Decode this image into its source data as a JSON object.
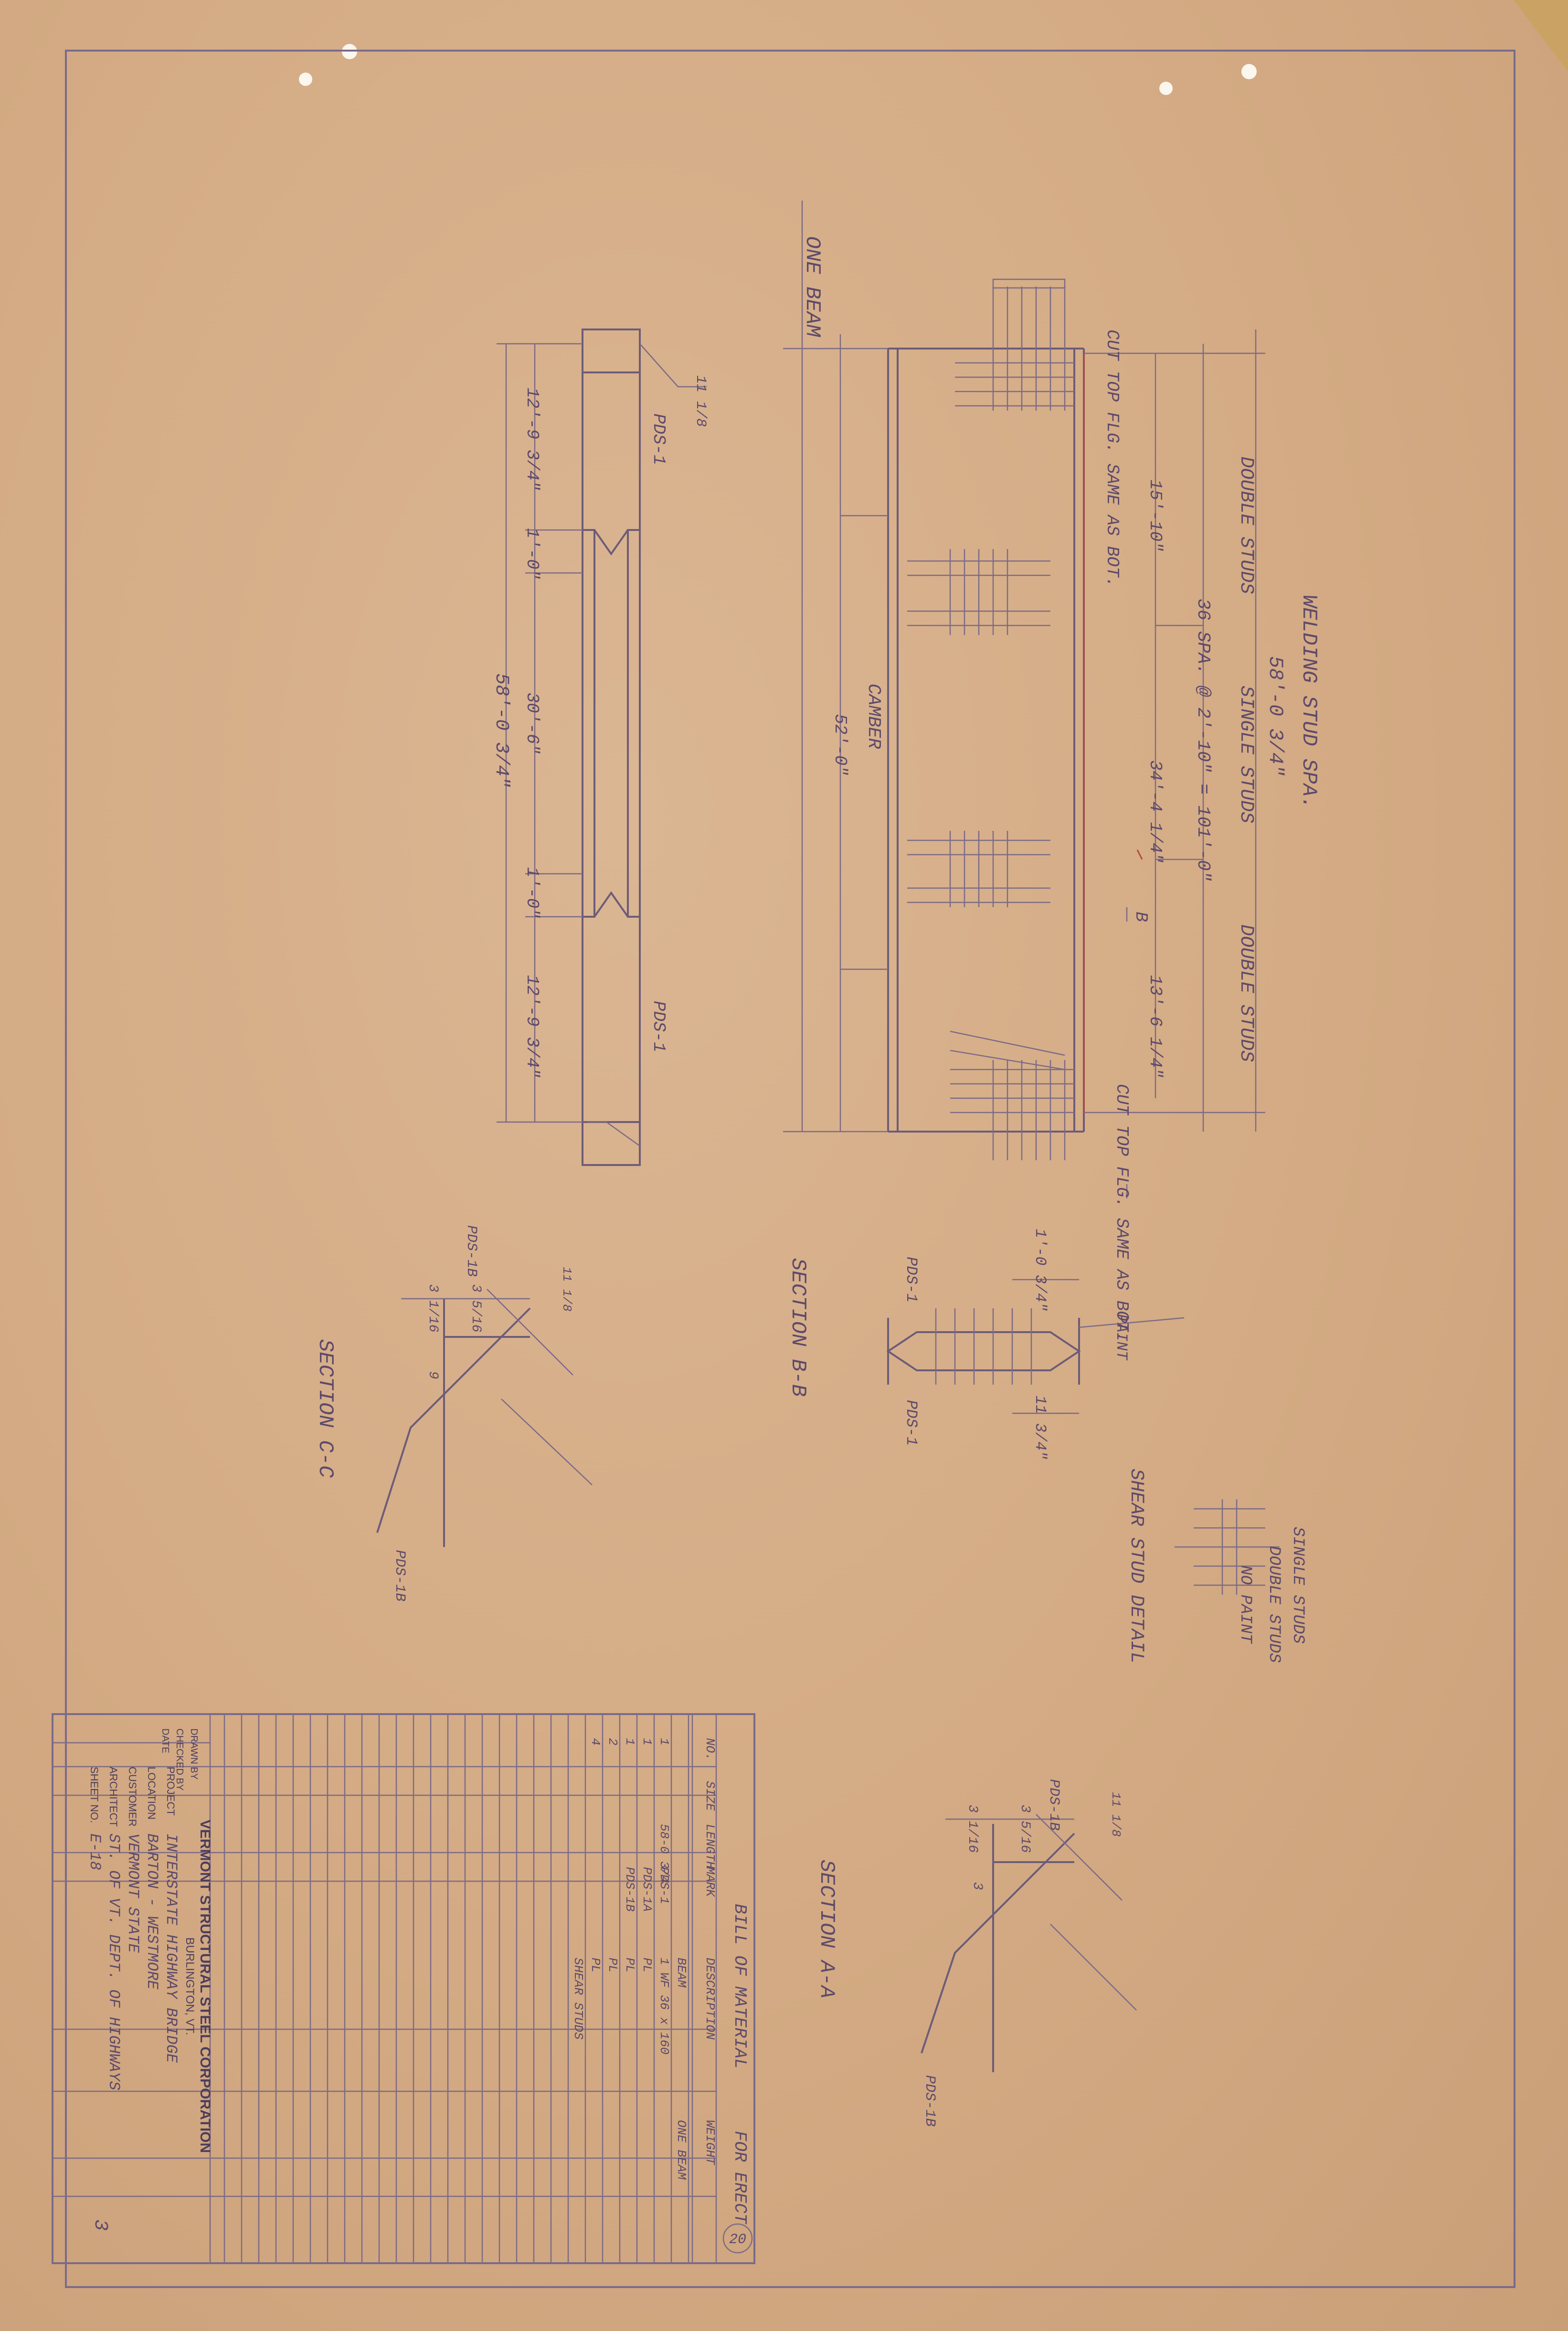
{
  "beam_elevation": {
    "top_title": "WELDING STUD SPA.",
    "double_studs_1": "DOUBLE STUDS",
    "single_studs": "SINGLE STUDS",
    "double_studs_2": "DOUBLE STUDS",
    "stud_spacing": "36 SPA. @ 2'-10\" = 101'-0\"",
    "overall_length": "58'-0 3/4\"",
    "cut_top_flg_1": "CUT TOP FLG. SAME AS BOT.",
    "cut_top_flg_2": "CUT TOP FLG. SAME AS BOT.",
    "one_beam": "ONE BEAM",
    "section_mark": "B",
    "camber_note": "CAMBER",
    "dim_a": "15'-10\"",
    "dim_b": "34'-4 1/4\"",
    "dim_c": "13'-6 1/4\"",
    "dim_d": "52'-0\""
  },
  "plan_view": {
    "overall": "58'-0 3/4\"",
    "dim_1": "12'-9 3/4\"",
    "dim_2": "1'-0\"",
    "dim_3": "30'-6\"",
    "dim_4": "1'-0\"",
    "dim_5": "12'-9 3/4\"",
    "mark_top": "PDS-1",
    "mark_bottom": "PDS-1",
    "slope": "11 1/8"
  },
  "section_bb": {
    "title": "SECTION B-B",
    "dim_top": "1'-0 3/4\"",
    "dim_bottom": "11 3/4\"",
    "mark_1": "PDS-1",
    "mark_2": "PDS-1",
    "paint": "PAINT"
  },
  "section_cc": {
    "title": "SECTION C-C",
    "mark_top": "PDS-1B",
    "mark_bottom": "PDS-1B",
    "dim_1": "3 1/16",
    "dim_2": "3 5/16",
    "dim_3": "9",
    "slope": "11 1/8"
  },
  "section_aa": {
    "title": "SECTION A-A",
    "mark_top": "PDS-1B",
    "mark_bottom": "PDS-1B",
    "dim_1": "3 1/16",
    "dim_2": "3 5/16",
    "dim_3": "3",
    "slope": "11 1/8"
  },
  "stud_detail": {
    "title": "SHEAR STUD DETAIL",
    "note_1": "SINGLE STUDS",
    "note_2": "DOUBLE STUDS",
    "note_3": "NO PAINT"
  },
  "bill_of_material": {
    "header": "BILL OF MATERIAL",
    "for_erect": "FOR ERECT",
    "headers": [
      "NO.",
      "SIZE",
      "LENGTH",
      "MARK",
      "DESCRIPTION",
      "WEIGHT"
    ],
    "rows": [
      [
        "",
        "",
        "",
        "",
        "BEAM",
        "ONE BEAM"
      ],
      [
        "1",
        "",
        "58-0 3/4",
        "PDS-1",
        "1 WF 36 x 160",
        ""
      ],
      [
        "1",
        "",
        "",
        "PDS-1A",
        "PL",
        ""
      ],
      [
        "1",
        "",
        "",
        "PDS-1B",
        "PL",
        ""
      ],
      [
        "2",
        "",
        "",
        "",
        "PL",
        ""
      ],
      [
        "4",
        "",
        "",
        "",
        "PL",
        ""
      ],
      [
        "",
        "",
        "",
        "",
        "SHEAR STUDS",
        ""
      ]
    ]
  },
  "title_block": {
    "company": "VERMONT STRUCTURAL STEEL CORPORATION",
    "city": "BURLINGTON, VT.",
    "project_label": "PROJECT",
    "project": "INTERSTATE HIGHWAY BRIDGE",
    "location_label": "LOCATION",
    "location": "BARTON - WESTMORE",
    "customer_label": "CUSTOMER",
    "customer": "VERMONT STATE",
    "architect_label": "ARCHITECT",
    "architect": "ST. OF VT. DEPT. OF HIGHWAYS",
    "sheet_label": "SHEET NO.",
    "sheet_no": "E-18",
    "drawing_no": "3",
    "drawn_by_label": "DRAWN BY",
    "checked_label": "CHECKED BY",
    "date_label": "DATE",
    "circle_number": "20"
  }
}
